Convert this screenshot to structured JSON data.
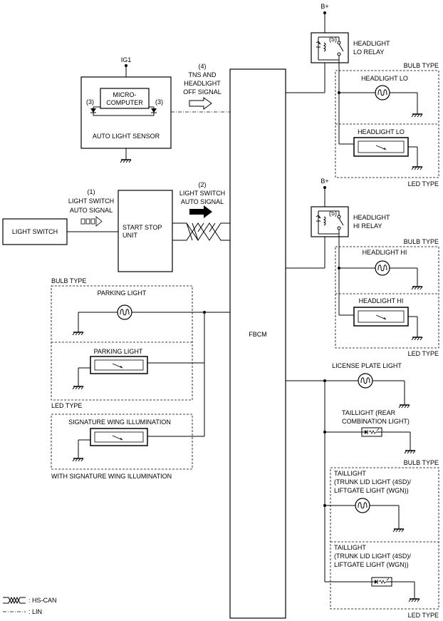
{
  "fbcm": "FBCM",
  "ig1": "IG1",
  "bplus": "B+",
  "auto_light_sensor": {
    "micro_line1": "MICRO-",
    "micro_line2": "COMPUTER",
    "label": "AUTO LIGHT SENSOR",
    "marker_left": "(3)",
    "marker_right": "(3)"
  },
  "signal4": {
    "num": "(4)",
    "line1": "TNS AND",
    "line2": "HEADLIGHT",
    "line3": "OFF SIGNAL"
  },
  "signal1": {
    "num": "(1)",
    "line1": "LIGHT SWITCH",
    "line2": "AUTO SIGNAL"
  },
  "signal2": {
    "num": "(2)",
    "line1": "LIGHT SWITCH",
    "line2": "AUTO SIGNAL"
  },
  "light_switch": "LIGHT SWITCH",
  "start_stop": {
    "line1": "START STOP",
    "line2": "UNIT"
  },
  "lo_relay": {
    "line1": "HEADLIGHT",
    "line2": "LO RELAY",
    "marker": "(5)"
  },
  "hi_relay": {
    "line1": "HEADLIGHT",
    "line2": "HI RELAY",
    "marker": "(5)"
  },
  "headlight_lo": "HEADLIGHT LO",
  "headlight_hi": "HEADLIGHT HI",
  "bulb_type": "BULB TYPE",
  "led_type": "LED TYPE",
  "parking_light": "PARKING LIGHT",
  "signature_wing": "SIGNATURE WING ILLUMINATION",
  "with_signature_wing": "WITH SIGNATURE WING ILLUMINATION",
  "license_plate": "LICENSE PLATE LIGHT",
  "taillight_rear": {
    "line1": "TAILLIGHT (REAR",
    "line2": "COMBINATION LIGHT)"
  },
  "taillight_trunk": {
    "line1": "TAILLIGHT",
    "line2": "(TRUNK LID LIGHT (4SD)/",
    "line3": "LIFTGATE LIGHT (WGN))"
  },
  "legend": {
    "hs_can": ": HS-CAN",
    "lin": ": LIN"
  }
}
